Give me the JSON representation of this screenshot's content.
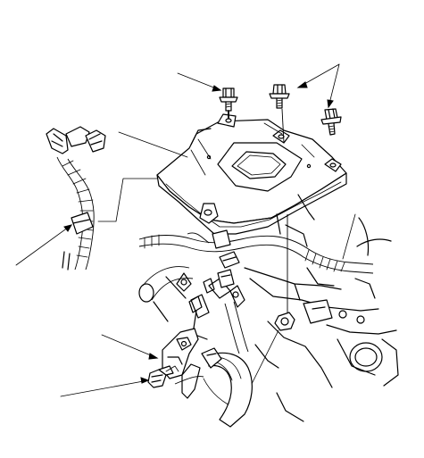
{
  "figure": {
    "type": "exploded-parts-illustration",
    "colors": {
      "ink": "#000000",
      "paper": "#ffffff"
    },
    "parts": [
      {
        "id": "cover-bolt",
        "icon": "flange-bolt-icon"
      },
      {
        "id": "cover-bolt-pair",
        "icon": "flange-bolt-icon"
      },
      {
        "id": "cover-plate",
        "icon": "cover-icon"
      },
      {
        "id": "harness-connector",
        "icon": "connector-icon"
      },
      {
        "id": "harness-clip",
        "icon": "clip-icon"
      },
      {
        "id": "bracket",
        "icon": "bracket-icon"
      },
      {
        "id": "bracket-bolt",
        "icon": "flange-bolt-icon"
      }
    ]
  }
}
